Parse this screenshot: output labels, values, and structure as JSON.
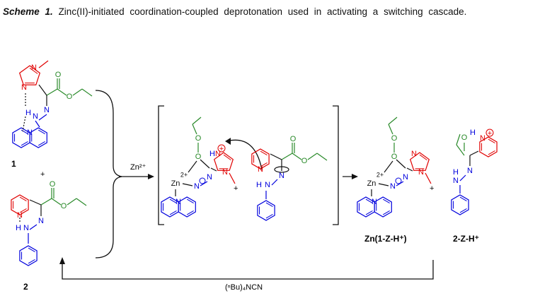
{
  "caption": {
    "label": "Scheme 1.",
    "text": "Zinc(II)-initiated coordination-coupled deprotonation used in activating a switching cascade."
  },
  "compounds": {
    "c1": "1",
    "c2": "2",
    "product_complex": "Zn(1-Z-H⁺)",
    "product_2": "2-Z-H⁺"
  },
  "reagents": {
    "forward": "Zn²⁺",
    "reverse": "(ⁿBu)₄NCN",
    "plus": "+"
  },
  "atoms": {
    "N": "N",
    "O": "O",
    "H": "H",
    "Zn": "Zn",
    "charge_zn": "2+",
    "plus_circle": "+",
    "minus_circle": "−"
  },
  "colors": {
    "imidazole": "#e00000",
    "pyridine": "#e00000",
    "hydrazone": "#0000dd",
    "ester": "#2a8a2a",
    "frame": "#111111"
  }
}
